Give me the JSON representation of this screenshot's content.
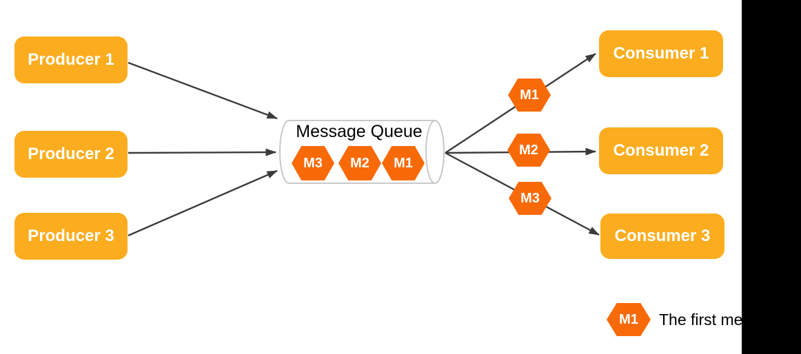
{
  "colors": {
    "box_fill": "#FCAD1F",
    "hex_fill": "#F86A08",
    "arrow": "#3B3B3B",
    "cylinder_stroke": "#C9C9C9",
    "label_text": "#FFFFFF",
    "title_text": "#000000"
  },
  "producers": [
    {
      "label": "Producer 1"
    },
    {
      "label": "Producer 2"
    },
    {
      "label": "Producer 3"
    }
  ],
  "consumers": [
    {
      "label": "Consumer 1"
    },
    {
      "label": "Consumer 2"
    },
    {
      "label": "Consumer 3"
    }
  ],
  "queue": {
    "title": "Message Queue",
    "messages": [
      {
        "label": "M3"
      },
      {
        "label": "M2"
      },
      {
        "label": "M1"
      }
    ]
  },
  "flow_labels": [
    {
      "label": "M1"
    },
    {
      "label": "M2"
    },
    {
      "label": "M3"
    }
  ],
  "legend": {
    "badge": "M1",
    "text": "The first me"
  }
}
